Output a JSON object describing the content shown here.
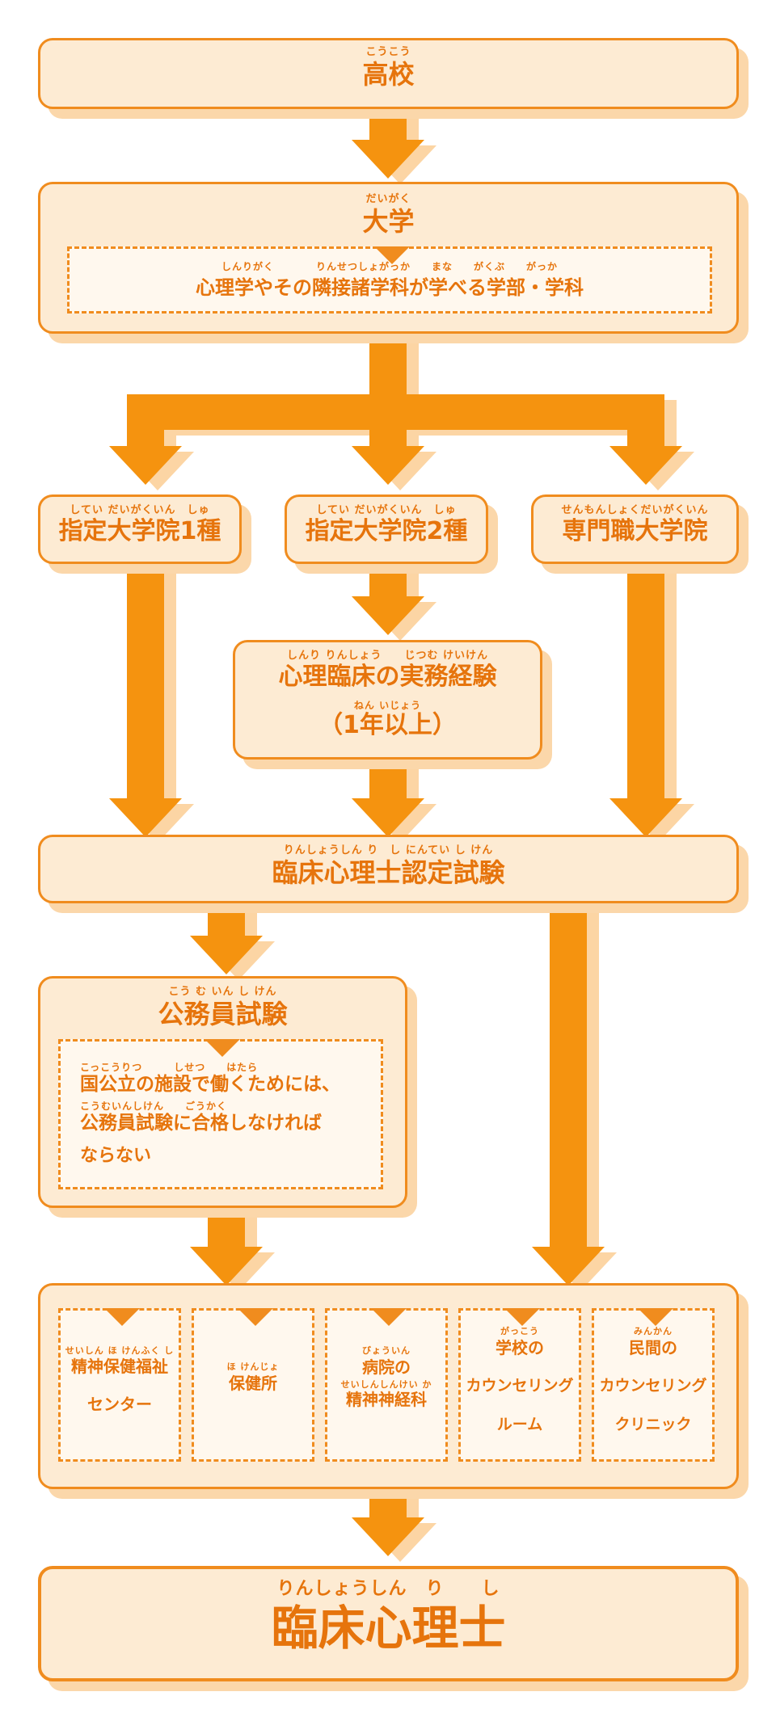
{
  "highschool": {
    "furigana": "こうこう",
    "title": "高校"
  },
  "university": {
    "furigana": "だいがく",
    "title": "大学",
    "sub_furigana": "しんりがく　　　　りんせつしょがっか　　まな　　がくぶ　　がっか",
    "sub": "心理学やその隣接諸学科が学べる学部・学科"
  },
  "grad1": {
    "furigana": "してい だいがくいん　しゅ",
    "title": "指定大学院1種"
  },
  "grad2": {
    "furigana": "してい だいがくいん　しゅ",
    "title": "指定大学院2種"
  },
  "grad3": {
    "furigana": "せんもんしょくだいがくいん",
    "title": "専門職大学院"
  },
  "experience": {
    "furigana": "しんり りんしょう　　じつむ けいけん",
    "title": "心理臨床の実務経験",
    "sub_furigana": "ねん いじょう",
    "sub": "（1年以上）"
  },
  "exam": {
    "furigana": "りんしょうしん り　し にんてい し けん",
    "title": "臨床心理士認定試験"
  },
  "civil": {
    "furigana": "こう む いん し けん",
    "title": "公務員試験",
    "note_furigana_1": "こっこうりつ　　　しせつ　　はたら",
    "note_line_1": "国公立の施設で働くためには、",
    "note_furigana_2": "こうむいんしけん　　ごうかく",
    "note_line_2": "公務員試験に合格しなければ",
    "note_line_3": "ならない"
  },
  "workplaces": [
    {
      "f1": "せいしん ほ けんふく し",
      "l1": "精神保健福祉",
      "f2": "",
      "l2": "センター",
      "l3": ""
    },
    {
      "f1": "ほ けんじょ",
      "l1": "保健所",
      "f2": "",
      "l2": "",
      "l3": ""
    },
    {
      "f1": "びょういん",
      "l1": "病院の",
      "f2": "せいしんしんけい か",
      "l2": "精神神経科",
      "l3": ""
    },
    {
      "f1": "がっこう",
      "l1": "学校の",
      "f2": "",
      "l2": "カウンセリング",
      "l3": "ルーム"
    },
    {
      "f1": "みんかん",
      "l1": "民間の",
      "f2": "",
      "l2": "カウンセリング",
      "l3": "クリニック"
    }
  ],
  "final": {
    "furigana": "りんしょうしん　り　　し",
    "title": "臨床心理士"
  },
  "colors": {
    "orange": "#f08c1e",
    "light": "#fdebd3",
    "shadow": "#fcd5a4"
  }
}
